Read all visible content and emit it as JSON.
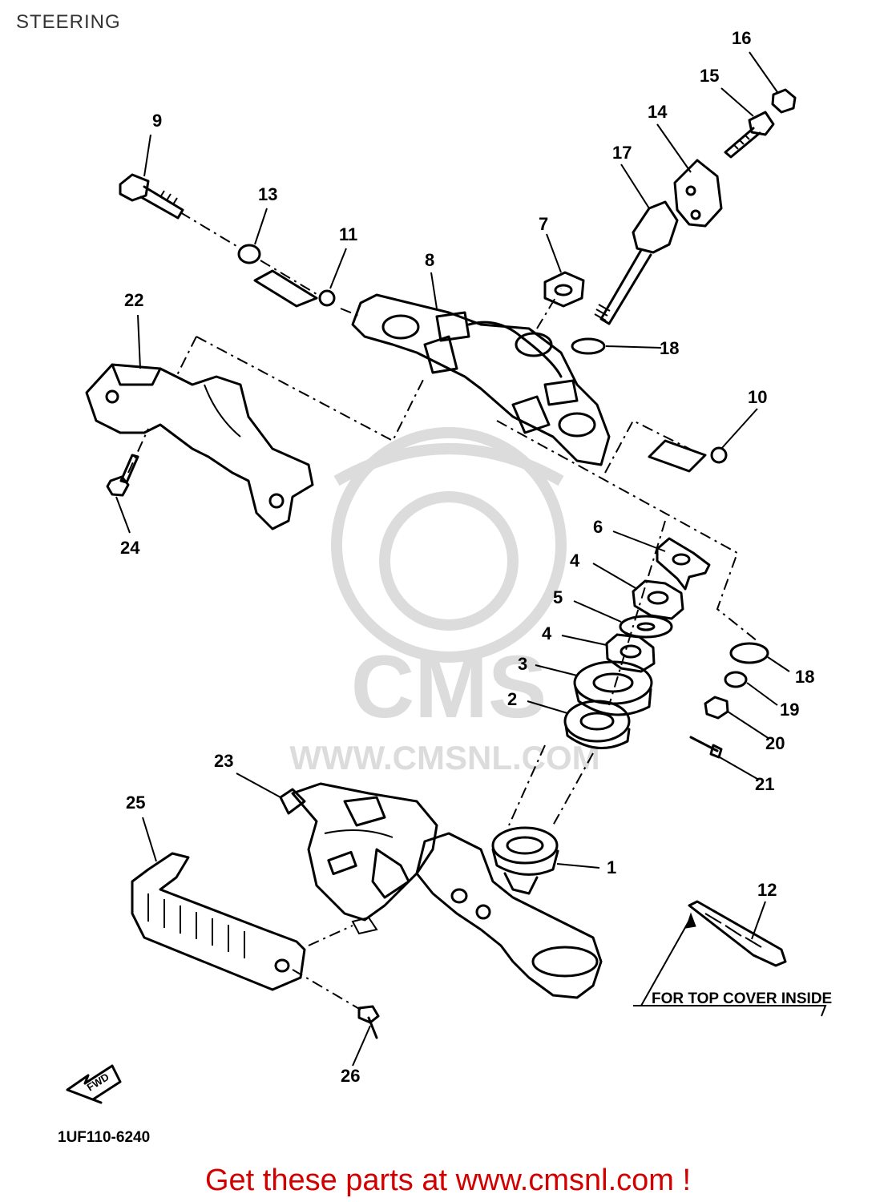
{
  "page": {
    "title": "STEERING"
  },
  "watermark": {
    "logo_text": "CMS",
    "url_text": "WWW.CMSNL.COM"
  },
  "callouts": [
    {
      "id": "c1",
      "label": "1"
    },
    {
      "id": "c2",
      "label": "2"
    },
    {
      "id": "c3",
      "label": "3"
    },
    {
      "id": "c4a",
      "label": "4"
    },
    {
      "id": "c4b",
      "label": "4"
    },
    {
      "id": "c5",
      "label": "5"
    },
    {
      "id": "c6",
      "label": "6"
    },
    {
      "id": "c7",
      "label": "7"
    },
    {
      "id": "c8",
      "label": "8"
    },
    {
      "id": "c9",
      "label": "9"
    },
    {
      "id": "c10",
      "label": "10"
    },
    {
      "id": "c11",
      "label": "11"
    },
    {
      "id": "c12",
      "label": "12"
    },
    {
      "id": "c13",
      "label": "13"
    },
    {
      "id": "c14",
      "label": "14"
    },
    {
      "id": "c15",
      "label": "15"
    },
    {
      "id": "c16",
      "label": "16"
    },
    {
      "id": "c17",
      "label": "17"
    },
    {
      "id": "c18a",
      "label": "18"
    },
    {
      "id": "c18b",
      "label": "18"
    },
    {
      "id": "c19",
      "label": "19"
    },
    {
      "id": "c20",
      "label": "20"
    },
    {
      "id": "c21",
      "label": "21"
    },
    {
      "id": "c22",
      "label": "22"
    },
    {
      "id": "c23",
      "label": "23"
    },
    {
      "id": "c24",
      "label": "24"
    },
    {
      "id": "c25",
      "label": "25"
    },
    {
      "id": "c26",
      "label": "26"
    }
  ],
  "note": {
    "text": "FOR TOP COVER INSIDE"
  },
  "fwd_arrow": {
    "text": "FWD"
  },
  "diagram_code": "1UF110-6240",
  "footer": {
    "text": "Get these parts at www.cmsnl.com !"
  },
  "colors": {
    "footer": "#d40000",
    "watermark": "#dcdcdc",
    "line": "#000000"
  }
}
